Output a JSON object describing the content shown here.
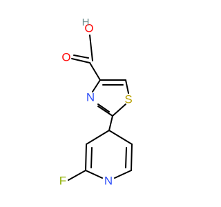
{
  "molecule": {
    "atoms": {
      "oh_label": "O",
      "oh_h_label": "H",
      "carbonyl_o_label": "O",
      "thiazole_n_label": "N",
      "thiazole_s_label": "S",
      "pyridine_n_label": "N",
      "fluorine_label": "F"
    },
    "colors": {
      "oxygen": "#ff0d0d",
      "hydrogen": "#6a8c8c",
      "nitrogen": "#3050f8",
      "sulfur": "#b8a000",
      "fluorine": "#8fb000",
      "bond": "#000000"
    }
  }
}
